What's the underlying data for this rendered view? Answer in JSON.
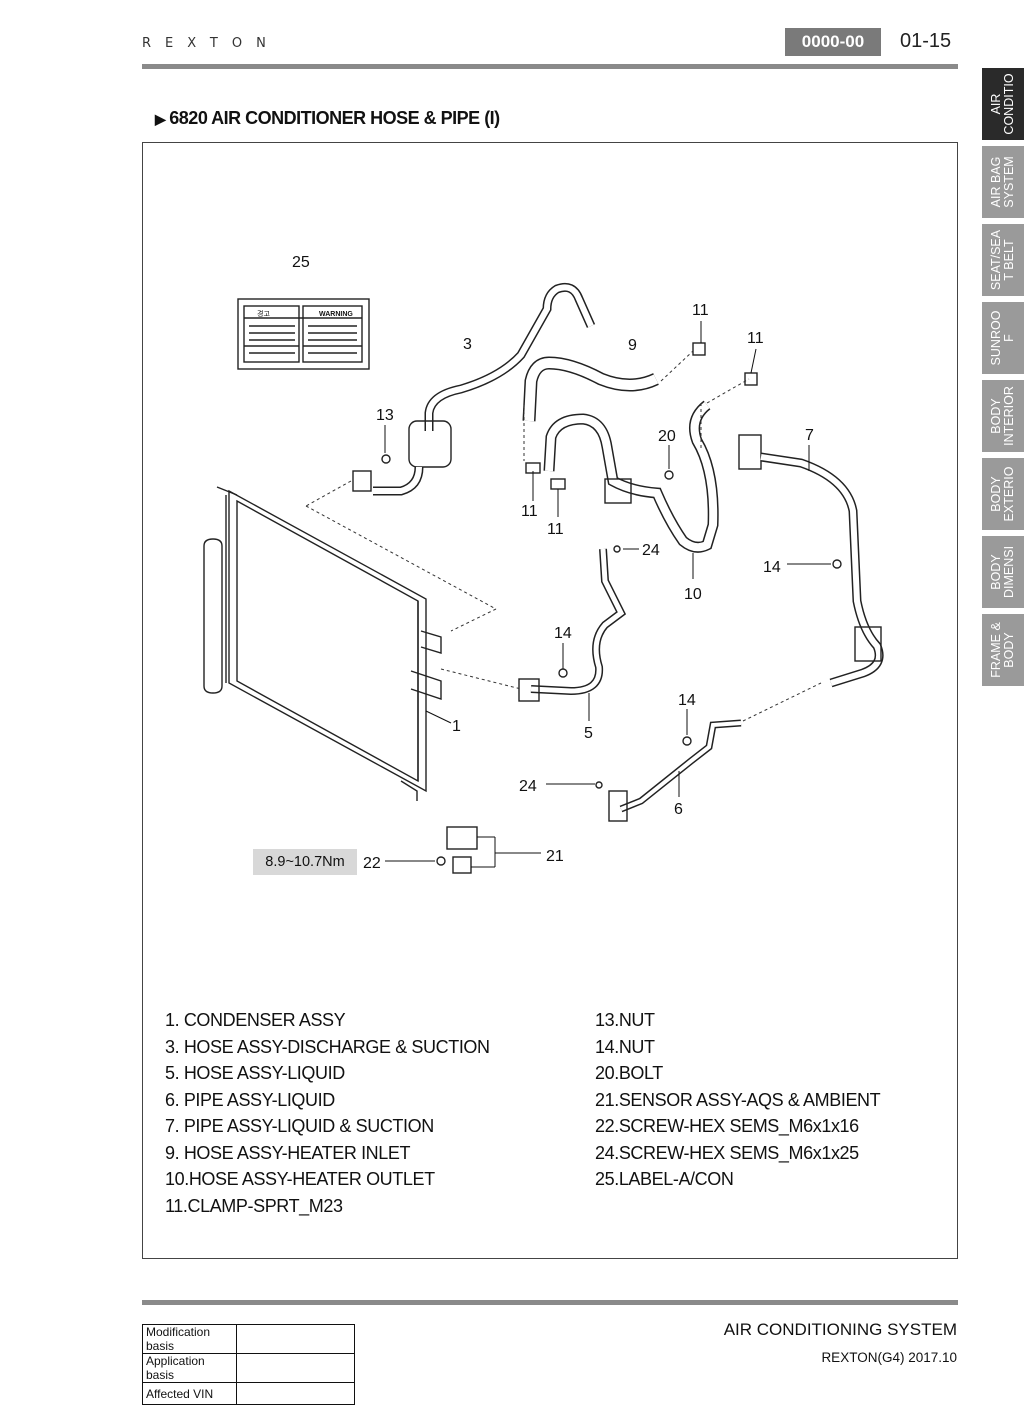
{
  "header": {
    "brand": "REXTON",
    "code": "0000-00",
    "page": "01-15"
  },
  "side_tabs": [
    {
      "label": "AIR\nCONDITIO",
      "active": true
    },
    {
      "label": "AIR BAG\nSYSTEM",
      "active": false
    },
    {
      "label": "SEAT/SEA\nT BELT",
      "active": false
    },
    {
      "label": "SUNROO\nF",
      "active": false
    },
    {
      "label": "BODY\nINTERIOR",
      "active": false
    },
    {
      "label": "BODY\nEXTERIO",
      "active": false
    },
    {
      "label": "BODY\nDIMENSI",
      "active": false
    },
    {
      "label": "FRAME &\nBODY",
      "active": false
    }
  ],
  "section": {
    "marker": "▶",
    "title": "6820 AIR CONDITIONER HOSE & PIPE (I)"
  },
  "diagram": {
    "callouts": [
      "25",
      "3",
      "9",
      "11",
      "11",
      "13",
      "20",
      "7",
      "11",
      "11",
      "24",
      "10",
      "14",
      "14",
      "1",
      "5",
      "14",
      "24",
      "6",
      "22",
      "21"
    ],
    "label_warning_left": "경고",
    "label_warning_right": "WARNING",
    "torque": "8.9~10.7Nm"
  },
  "parts_left": [
    " 1. CONDENSER ASSY",
    " 3. HOSE ASSY-DISCHARGE & SUCTION",
    " 5. HOSE ASSY-LIQUID",
    " 6. PIPE ASSY-LIQUID",
    " 7. PIPE ASSY-LIQUID & SUCTION",
    " 9. HOSE ASSY-HEATER INLET",
    "10.HOSE ASSY-HEATER OUTLET",
    "11.CLAMP-SPRT_M23"
  ],
  "parts_right": [
    "13.NUT",
    "14.NUT",
    "20.BOLT",
    "21.SENSOR ASSY-AQS & AMBIENT",
    "22.SCREW-HEX SEMS_M6x1x16",
    "24.SCREW-HEX SEMS_M6x1x25",
    "25.LABEL-A/CON"
  ],
  "footer": {
    "rows": [
      "Modification basis",
      "Application basis",
      "Affected VIN"
    ],
    "title": "AIR CONDITIONING SYSTEM",
    "model": "REXTON(G4) 2017.10"
  }
}
